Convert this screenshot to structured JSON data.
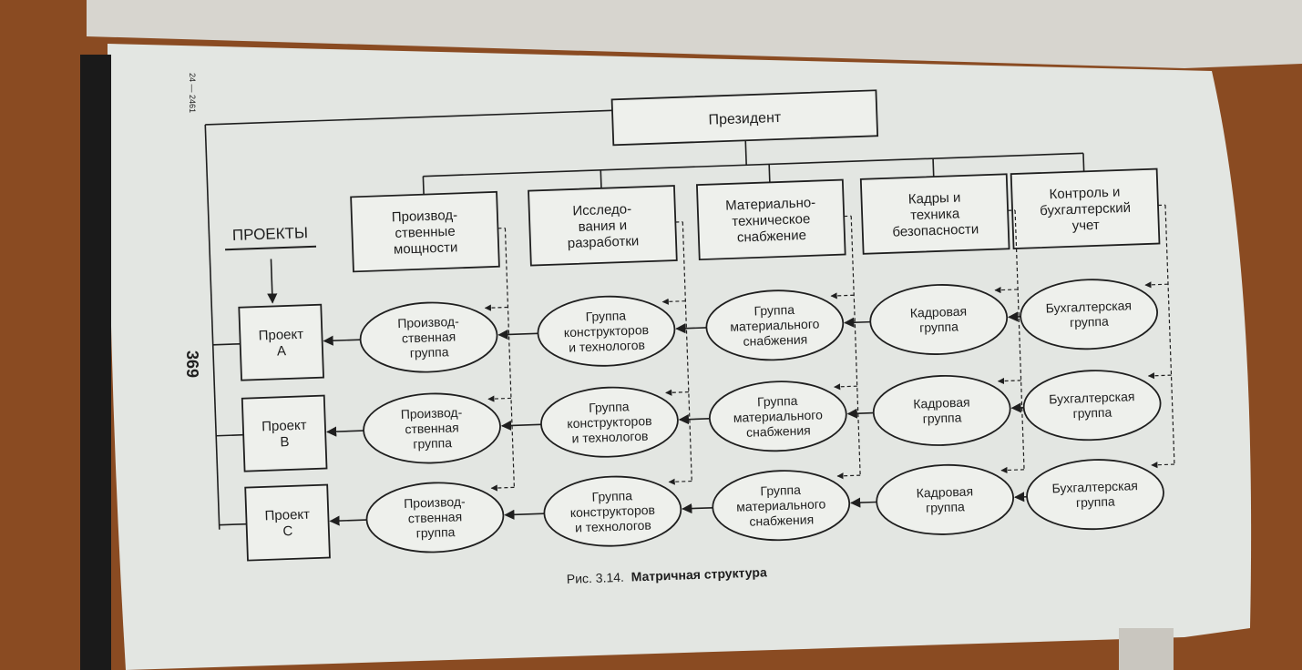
{
  "page": {
    "page_number": "369",
    "signature": "24 — 2461",
    "caption_prefix": "Рис. 3.14.",
    "caption_title": "Матричная структура"
  },
  "projects_header": "ПРОЕКТЫ",
  "president": "Президент",
  "departments": [
    [
      "Производ-",
      "ственные",
      "мощности"
    ],
    [
      "Исследо-",
      "вания и",
      "разработки"
    ],
    [
      "Материально-",
      "техническое",
      "снабжение"
    ],
    [
      "Кадры и",
      "техника",
      "безопасности"
    ],
    [
      "Контроль и",
      "бухгалтерский",
      "учет"
    ]
  ],
  "groups": [
    [
      "Производ-",
      "ственная",
      "группа"
    ],
    [
      "Группа",
      "конструкторов",
      "и технологов"
    ],
    [
      "Группа",
      "материального",
      "снабжения"
    ],
    [
      "Кадровая",
      "группа"
    ],
    [
      "Бухгалтерская",
      "группа"
    ]
  ],
  "projects": [
    [
      "Проект",
      "А"
    ],
    [
      "Проект",
      "В"
    ],
    [
      "Проект",
      "С"
    ]
  ],
  "colors": {
    "table": "#8a4b22",
    "page": "#e3e6e2",
    "ink": "#1f1f1f"
  }
}
